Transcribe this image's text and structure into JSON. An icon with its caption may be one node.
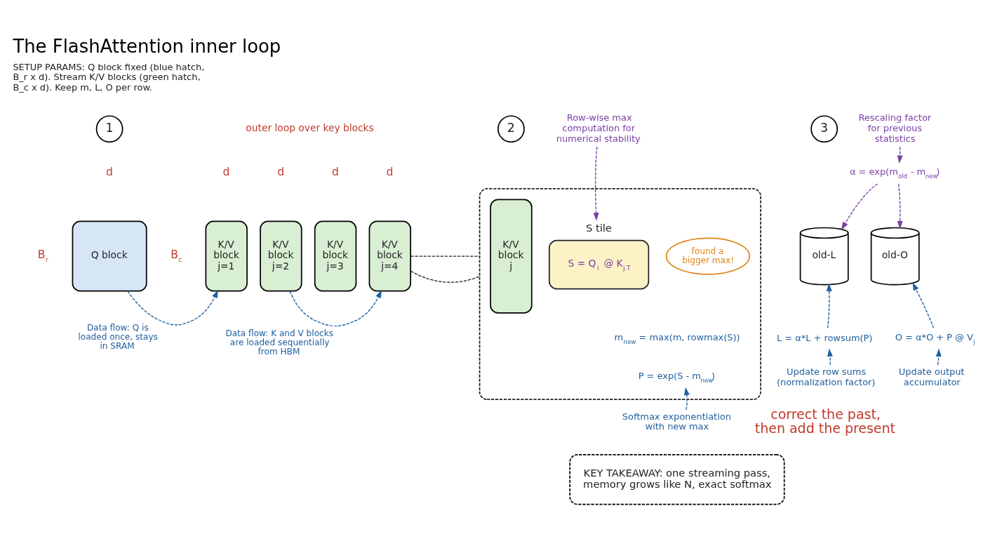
{
  "diagram": {
    "title": "The FlashAttention inner loop",
    "nodes": [
      {
        "text": [
          "1"
        ]
      },
      {
        "text": [
          "Q block"
        ]
      },
      {
        "text": [
          "K/V block j=1"
        ]
      },
      {
        "text": [
          "K/V block j=2"
        ]
      },
      {
        "text": [
          "K/V block j=3"
        ]
      },
      {
        "text": [
          "K/V block j=4"
        ]
      },
      {
        "text": [
          "2"
        ]
      },
      {
        "text": [
          "Row-wise max computation for numerical stability"
        ]
      },
      {
        "text": [],
        "shape": "box"
      },
      {
        "text": [
          "K/V block j"
        ],
        "in": 8
      },
      {
        "text": [
          "S tile",
          "S = Q$_{i}$ @ K$_{j.T}$"
        ],
        "in": 8
      },
      {
        "text": [
          "found a bigger max!"
        ],
        "in": 8
      },
      {
        "text": [
          "P = exp(S - m$_{new}$)"
        ],
        "in": 8
      },
      {
        "text": [
          "Softmax exponentiation with new max"
        ]
      },
      {
        "text": [
          "3"
        ]
      },
      {
        "text": [
          "Rescaling factor for previous statistics"
        ]
      },
      {
        "text": [
          "α = exp(m$_{old}$ - m$_{new}$)"
        ]
      },
      {
        "text": [
          "old-L"
        ]
      },
      {
        "text": [
          "old-O"
        ]
      },
      {
        "text": [
          "L = α*L + rowsum(P)"
        ]
      },
      {
        "text": [
          "O = α*O + P @ V$_{j}$"
        ]
      },
      {
        "text": [
          "Update row sums (normalization factor)"
        ]
      },
      {
        "text": [
          "Update output accumulator"
        ]
      },
      {
        "text": [
          "KEY TAKEAWAY: one streaming pass, memory grows like N, exact softmax"
        ]
      }
    ],
    "edges": [
      {
        "from": 1,
        "to": 2,
        "arrow": "to",
        "style": "dashed",
        "label": "Data flow: Q is loaded once, stays in SRAM"
      },
      {
        "from": 3,
        "to": 5,
        "arrow": "to",
        "style": "dashed",
        "label": "Data flow: K and V blocks are loaded sequentially from HBM"
      },
      {
        "from": 5,
        "to": 8,
        "arrow": "none",
        "style": "dashed",
        "color": "#222222"
      },
      {
        "from": 5,
        "to": 8,
        "arrow": "none",
        "style": "dashed",
        "color": "#222222"
      },
      {
        "from": 7,
        "to": 10,
        "arrow": "to",
        "style": "dashed",
        "color": "#7a3fa6"
      },
      {
        "from": 13,
        "to": 12,
        "arrow": "to",
        "style": "dashed"
      },
      {
        "from": 15,
        "to": 16,
        "arrow": "to",
        "style": "dashed",
        "color": "#7a3fa6"
      },
      {
        "from": 16,
        "to": 17,
        "arrow": "to",
        "style": "dashed",
        "color": "#7a3fa6"
      },
      {
        "from": 16,
        "to": 18,
        "arrow": "to",
        "style": "dashed",
        "color": "#7a3fa6"
      },
      {
        "from": 19,
        "to": 17,
        "arrow": "to",
        "style": "dashed"
      },
      {
        "from": 20,
        "to": 18,
        "arrow": "to",
        "style": "dashed"
      },
      {
        "from": 21,
        "to": 19,
        "arrow": "to",
        "style": "dashed"
      },
      {
        "from": 22,
        "to": 20,
        "arrow": "to",
        "style": "dashed"
      }
    ],
    "labels": [
      "SETUP PARAMS: Q block fixed (blue hatch, B_r x d). Stream K/V blocks (green hatch, B_c x d). Keep m, L, O per row.",
      "outer loop over key blocks",
      "d",
      "d",
      "d",
      "d",
      "d",
      "B$_{r}$",
      "B$_{c}$",
      "m$_{new}$ = max(m, rowmax(S))",
      "correct the past, then add the present"
    ]
  }
}
